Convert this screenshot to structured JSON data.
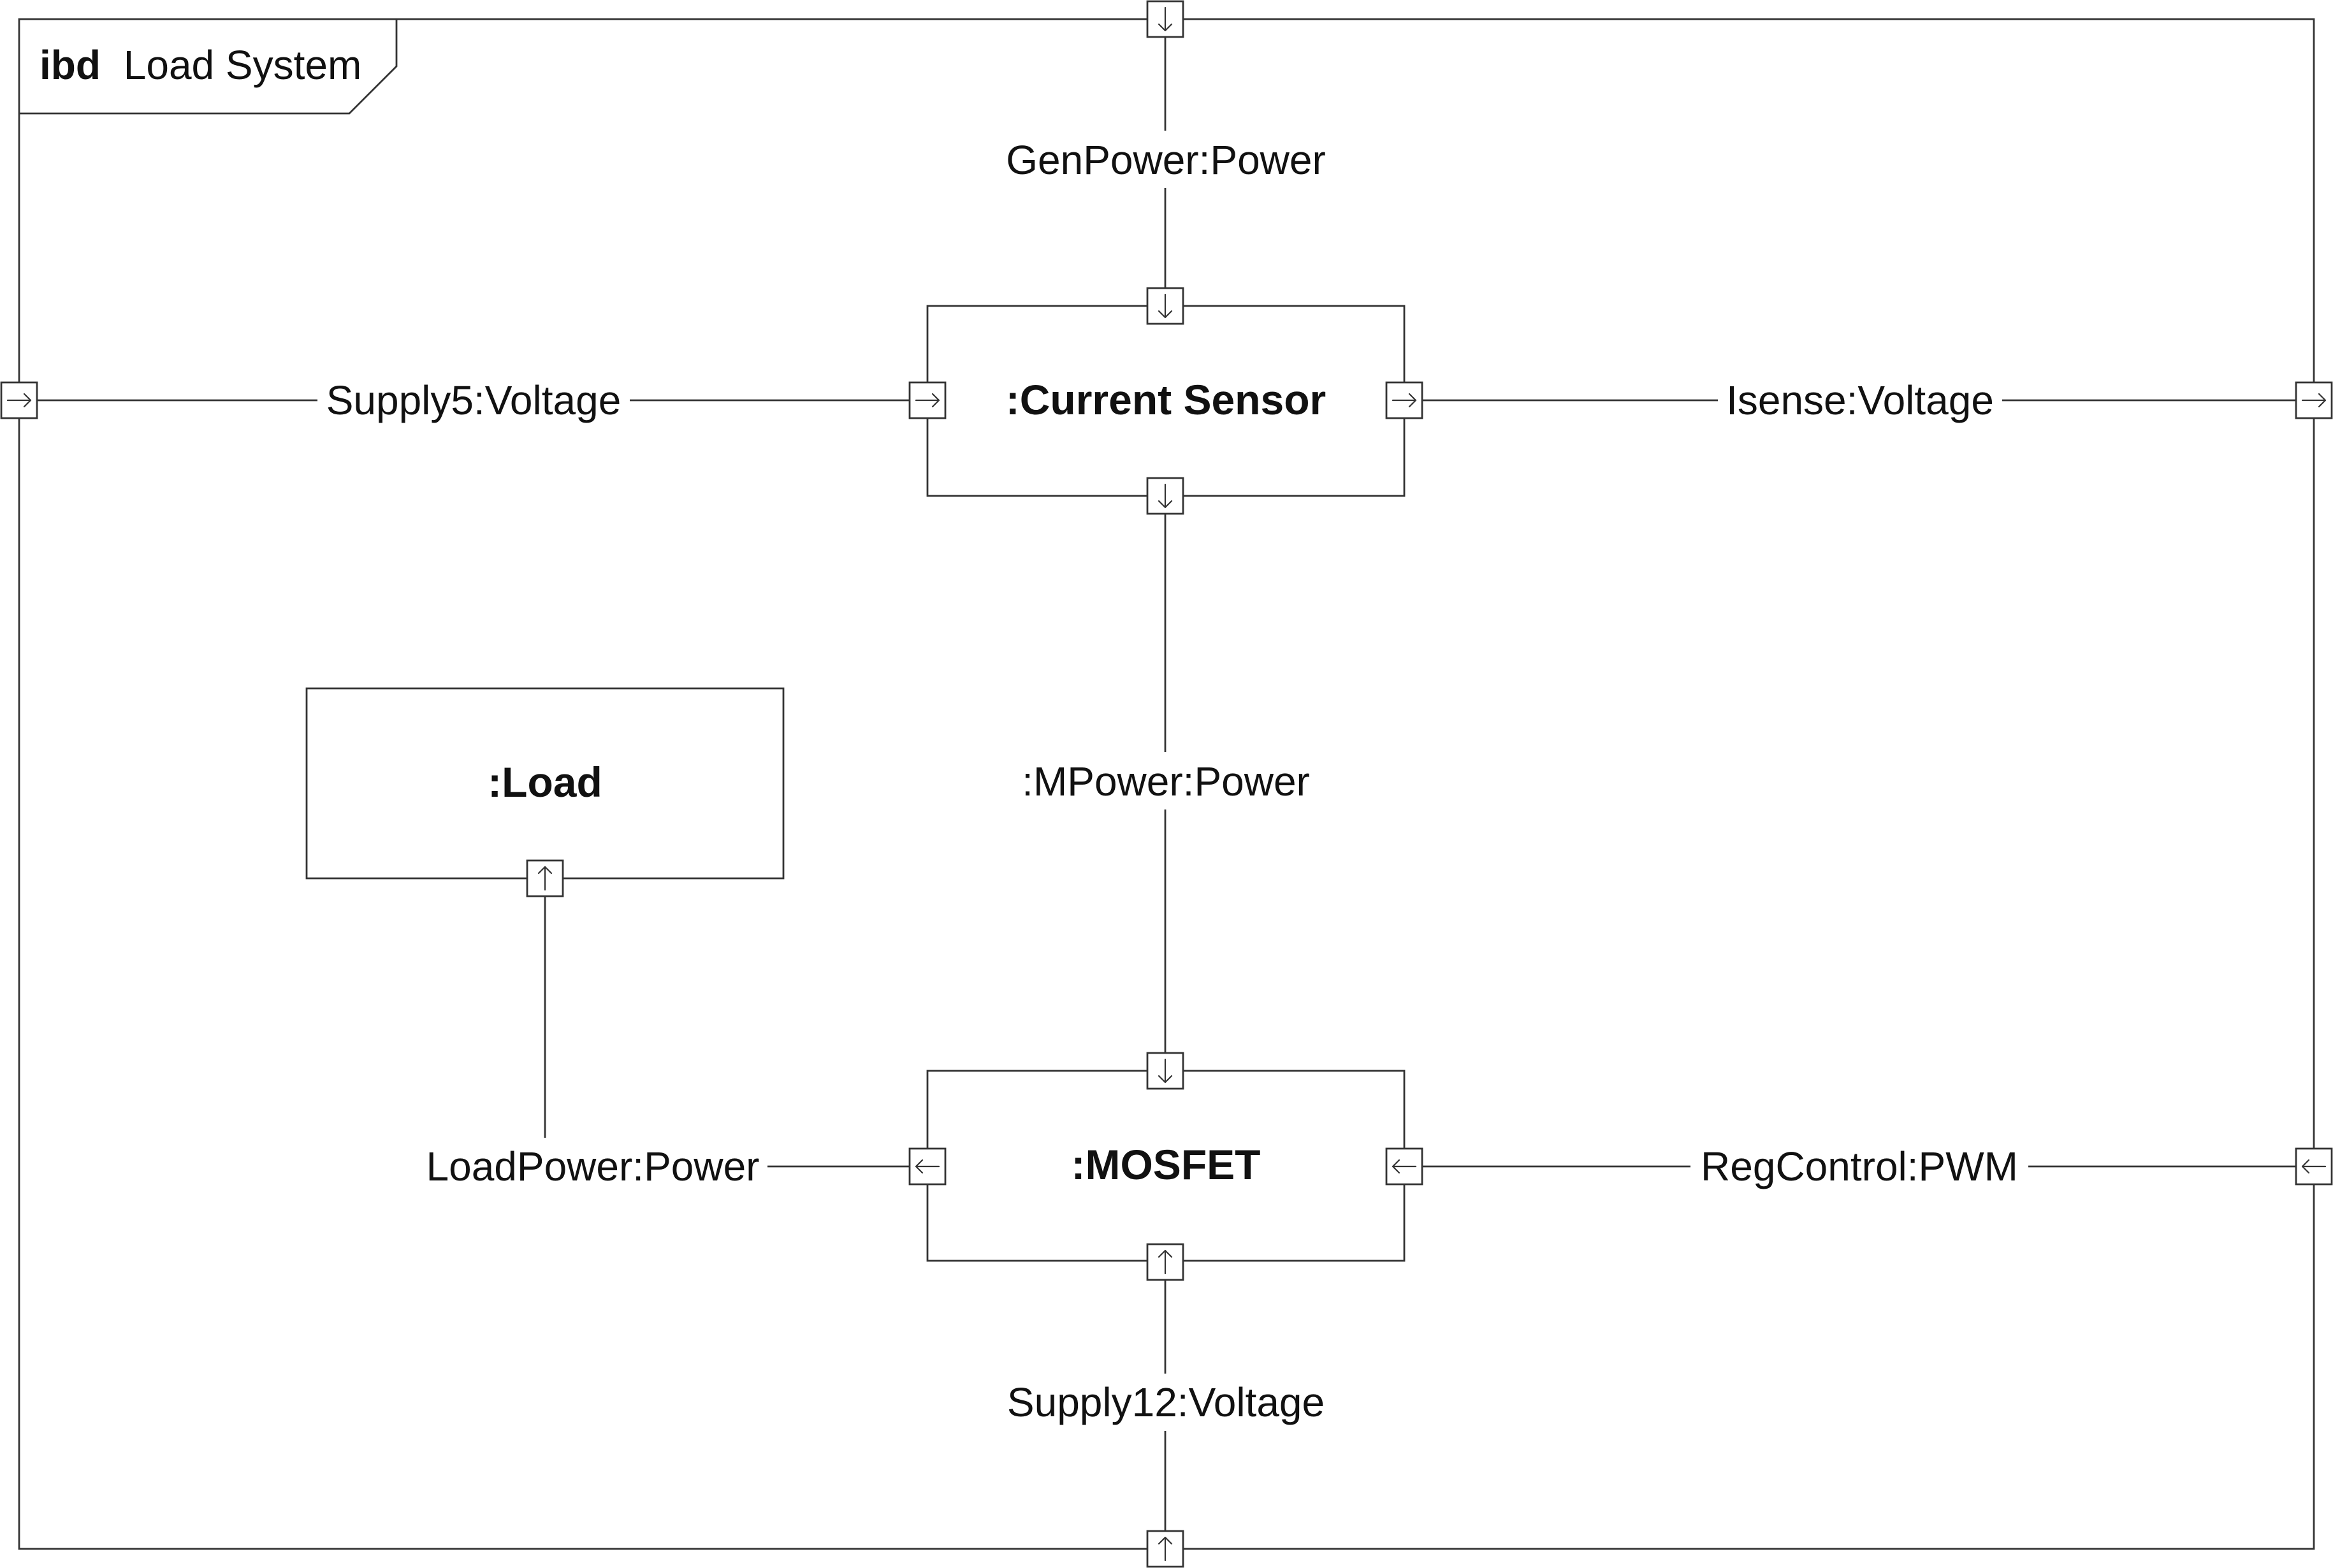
{
  "frame": {
    "keyword": "ibd",
    "name": "Load System"
  },
  "blocks": [
    {
      "id": "current_sensor",
      "name": ":Current Sensor"
    },
    {
      "id": "load",
      "name": ":Load"
    },
    {
      "id": "mosfet",
      "name": ":MOSFET"
    }
  ],
  "flows": [
    {
      "id": "genpower",
      "label": "GenPower:Power",
      "from": "frame",
      "to": "current_sensor"
    },
    {
      "id": "supply5",
      "label": "Supply5:Voltage",
      "from": "frame",
      "to": "current_sensor"
    },
    {
      "id": "isense",
      "label": "Isense:Voltage",
      "from": "current_sensor",
      "to": "frame"
    },
    {
      "id": "mpower",
      "label": ":MPower:Power",
      "from": "current_sensor",
      "to": "mosfet"
    },
    {
      "id": "loadpower",
      "label": "LoadPower:Power",
      "from": "mosfet",
      "to": "load"
    },
    {
      "id": "regcontrol",
      "label": "RegControl:PWM",
      "from": "frame",
      "to": "mosfet"
    },
    {
      "id": "supply12",
      "label": "Supply12:Voltage",
      "from": "frame",
      "to": "mosfet"
    }
  ],
  "icons": {
    "port": "flow-port-icon",
    "arrow_down": "arrow-down-icon",
    "arrow_up": "arrow-up-icon",
    "arrow_right": "arrow-right-icon",
    "arrow_left": "arrow-left-icon"
  }
}
